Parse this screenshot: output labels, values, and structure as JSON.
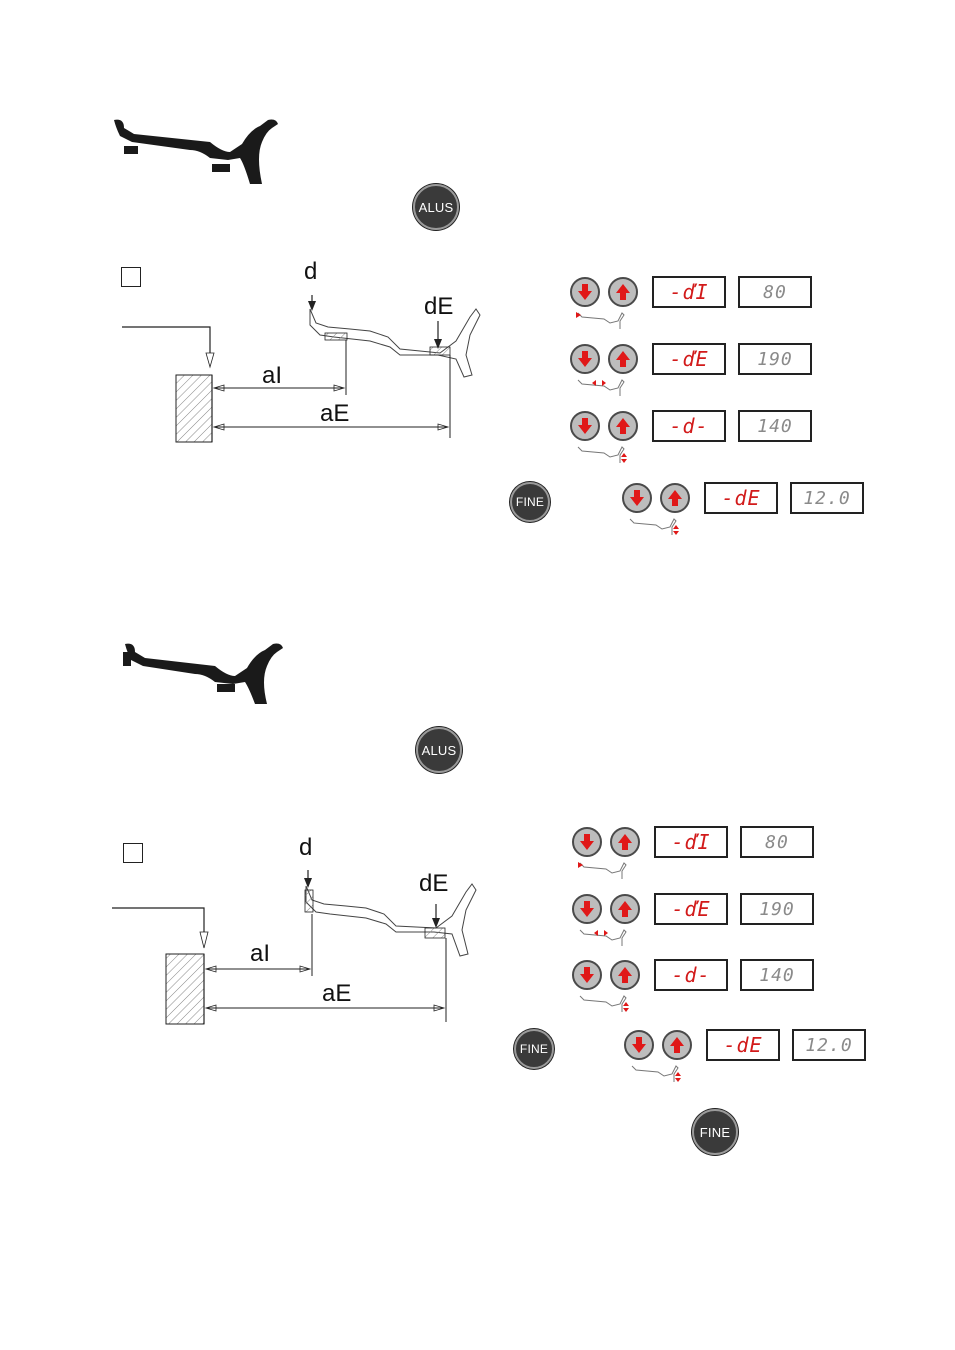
{
  "buttons": {
    "alus": "ALUS",
    "fine": "FINE"
  },
  "diagram_labels": {
    "d": "d",
    "dE": "dE",
    "aI": "aI",
    "aE": "aE"
  },
  "section1": {
    "rows": [
      {
        "param": "-ďI",
        "value": "80"
      },
      {
        "param": "-ďE",
        "value": "190"
      },
      {
        "param": "-d-",
        "value": "140"
      },
      {
        "param": "-dE",
        "value": "12.0"
      }
    ]
  },
  "section2": {
    "rows": [
      {
        "param": "-ďI",
        "value": "80"
      },
      {
        "param": "-ďE",
        "value": "190"
      },
      {
        "param": "-d-",
        "value": "140"
      },
      {
        "param": "-dE",
        "value": "12.0"
      }
    ]
  },
  "colors": {
    "display_red": "#d21a1a",
    "arrow_red": "#e01818",
    "button_dark": "#3a3a3a"
  },
  "icons": [
    "arrow-down-icon",
    "arrow-up-icon",
    "wheel-profile-icon"
  ]
}
